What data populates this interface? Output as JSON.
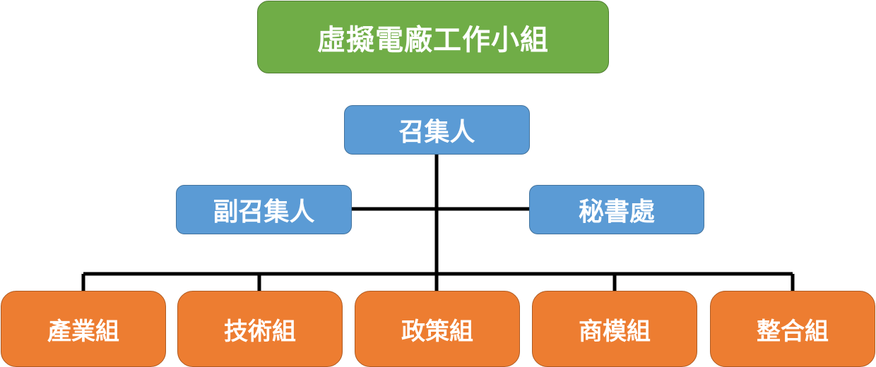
{
  "title": "虛擬電廠工作小組",
  "convener": "召集人",
  "deputy_convener": "副召集人",
  "secretariat": "秘書處",
  "groups": [
    "產業組",
    "技術組",
    "政策組",
    "商模組",
    "整合組"
  ],
  "colors": {
    "title_fill": "#70ad47",
    "leader_fill": "#5b9bd5",
    "group_fill": "#ed7d31",
    "connector": "#000000",
    "text": "#ffffff"
  }
}
